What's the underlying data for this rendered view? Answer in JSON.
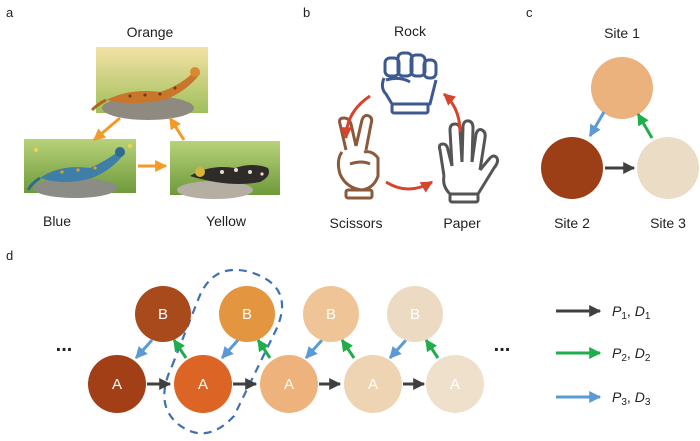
{
  "colors": {
    "orange_arrow": "#f39a27",
    "red_arrow": "#d7432b",
    "green_arrow": "#1fae4b",
    "blue_arrow": "#5b9bd5",
    "dark_arrow": "#404040",
    "dashed_outline": "#3f6fb5",
    "node_palette": [
      "#a84a1c",
      "#e0782f",
      "#ecb27e",
      "#efcfaa",
      "#efe0cc"
    ],
    "site1": "#ecb27e",
    "site2": "#9c3f16",
    "site3": "#ebdcc6"
  },
  "panel_a": {
    "letter": "a",
    "lizards": [
      {
        "label": "Orange",
        "icon": "orange-lizard-image"
      },
      {
        "label": "Blue",
        "icon": "blue-lizard-image"
      },
      {
        "label": "Yellow",
        "icon": "yellow-lizard-image"
      }
    ]
  },
  "panel_b": {
    "letter": "b",
    "items": [
      {
        "label": "Rock",
        "icon": "fist-icon"
      },
      {
        "label": "Scissors",
        "icon": "peace-hand-icon"
      },
      {
        "label": "Paper",
        "icon": "open-hand-icon"
      }
    ]
  },
  "panel_c": {
    "letter": "c",
    "sites": [
      {
        "label": "Site 1"
      },
      {
        "label": "Site 2"
      },
      {
        "label": "Site 3"
      }
    ]
  },
  "panel_d": {
    "letter": "d",
    "ellipsis_left": "...",
    "ellipsis_right": "...",
    "top_nodes": [
      "B",
      "B",
      "B",
      "B"
    ],
    "bottom_nodes": [
      "A",
      "A",
      "A",
      "A",
      "A"
    ],
    "legend": [
      {
        "sym1": "P",
        "sub1": "1",
        "sep": ", ",
        "sym2": "D",
        "sub2": "1"
      },
      {
        "sym1": "P",
        "sub1": "2",
        "sep": ", ",
        "sym2": "D",
        "sub2": "2"
      },
      {
        "sym1": "P",
        "sub1": "3",
        "sep": ", ",
        "sym2": "D",
        "sub2": "3"
      }
    ]
  }
}
